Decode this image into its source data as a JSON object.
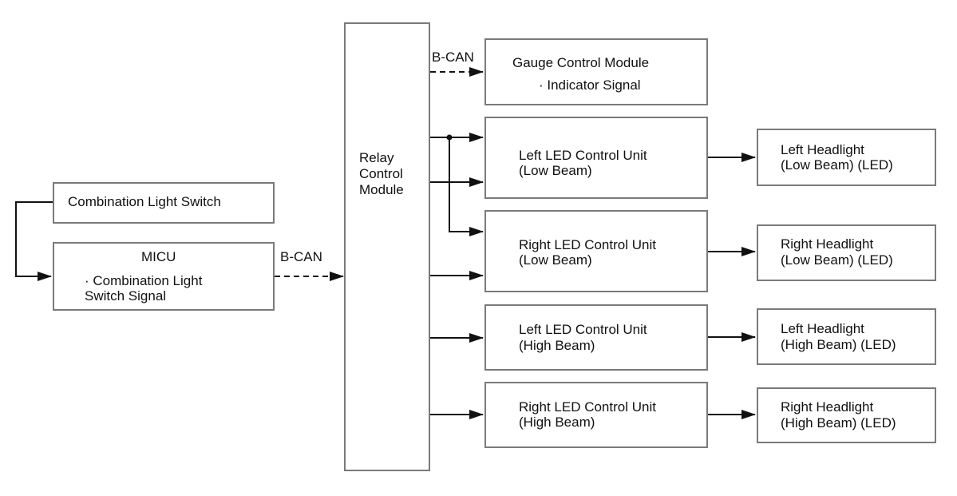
{
  "blocks": {
    "combination_switch": {
      "title": "Combination Light Switch"
    },
    "micu": {
      "title": "MICU",
      "signal_line1": "· Combination Light",
      "signal_line2": "Switch Signal"
    },
    "relay": {
      "line1": "Relay",
      "line2": "Control",
      "line3": "Module"
    },
    "gauge": {
      "title": "Gauge Control Module",
      "signal": "· Indicator Signal"
    },
    "left_led_low": {
      "line1": "Left LED Control Unit",
      "line2": "(Low Beam)"
    },
    "right_led_low": {
      "line1": "Right LED Control Unit",
      "line2": "(Low Beam)"
    },
    "left_led_high": {
      "line1": "Left LED Control Unit",
      "line2": "(High Beam)"
    },
    "right_led_high": {
      "line1": "Right LED Control Unit",
      "line2": "(High Beam)"
    },
    "left_headlight_low": {
      "line1": "Left Headlight",
      "line2": "(Low Beam) (LED)"
    },
    "right_headlight_low": {
      "line1": "Right Headlight",
      "line2": "(Low Beam) (LED)"
    },
    "left_headlight_high": {
      "line1": "Left Headlight",
      "line2": "(High Beam) (LED)"
    },
    "right_headlight_high": {
      "line1": "Right Headlight",
      "line2": "(High Beam) (LED)"
    }
  },
  "links": {
    "micu_to_relay": "B-CAN",
    "relay_to_gauge": "B-CAN"
  },
  "colors": {
    "box_border": "#7a7a7a",
    "line": "#111111"
  }
}
